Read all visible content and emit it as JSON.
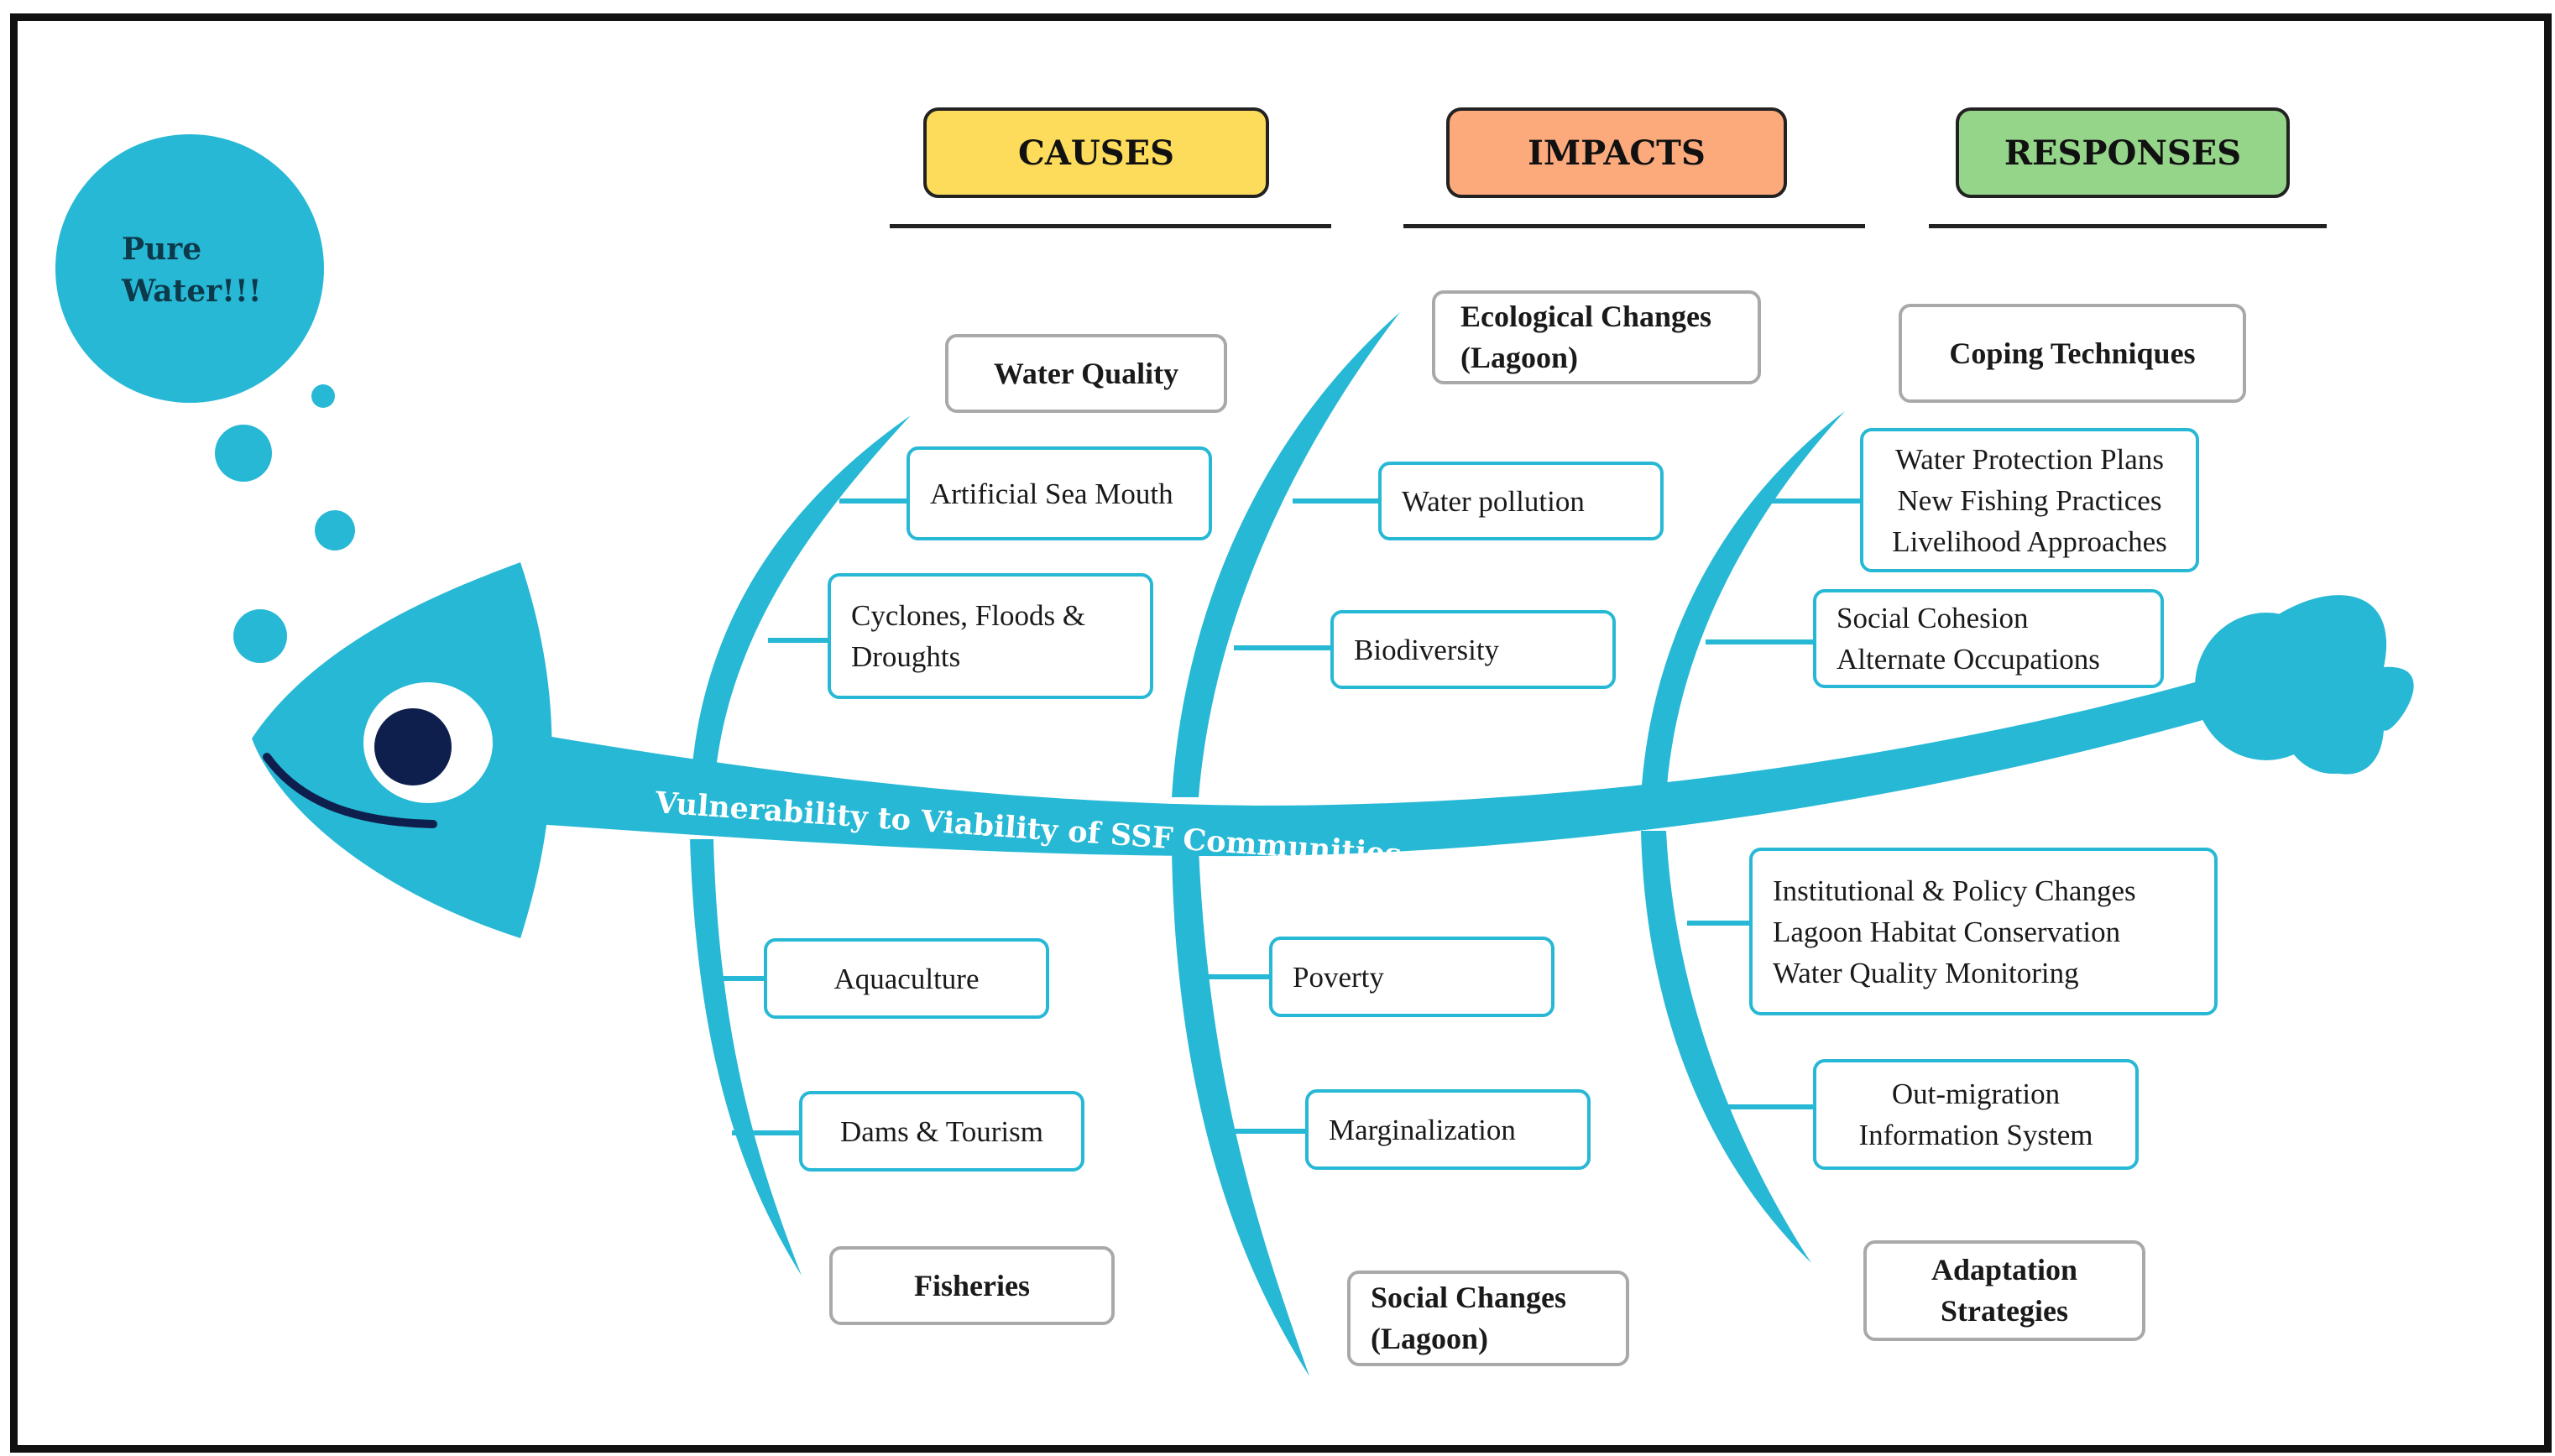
{
  "headers": {
    "causes": {
      "label": "CAUSES",
      "color": "#fcdc5a"
    },
    "impacts": {
      "label": "IMPACTS",
      "color": "#fcaa7c"
    },
    "responses": {
      "label": "RESPONSES",
      "color": "#95d58a"
    }
  },
  "bubble": {
    "line1": "Pure",
    "line2": "Water!!!"
  },
  "spine": {
    "label": "Vulnerability to Viability of SSF Communities"
  },
  "colors": {
    "fish": "#27b8d5",
    "eye": "#0f1f4d",
    "outline": "#111111"
  },
  "causes": {
    "top_category": "Water Quality",
    "items_top": [
      "Artificial Sea Mouth",
      "Cyclones, Floods &",
      "Droughts"
    ],
    "items_bottom": [
      "Aquaculture",
      "Dams & Tourism"
    ],
    "bottom_category": "Fisheries"
  },
  "impacts": {
    "top_category": [
      "Ecological Changes",
      "(Lagoon)"
    ],
    "items_top": [
      "Water pollution",
      "Biodiversity"
    ],
    "items_bottom": [
      "Poverty",
      "Marginalization"
    ],
    "bottom_category": [
      "Social Changes",
      "(Lagoon)"
    ]
  },
  "responses": {
    "top_category": "Coping Techniques",
    "box1": [
      "Water Protection Plans",
      "New Fishing Practices",
      "Livelihood Approaches"
    ],
    "box2": [
      "Social Cohesion",
      "Alternate Occupations"
    ],
    "box3": [
      "Institutional & Policy Changes",
      "Lagoon Habitat Conservation",
      "Water Quality Monitoring"
    ],
    "box4": [
      "Out-migration",
      "Information System"
    ],
    "bottom_category": [
      "Adaptation",
      "Strategies"
    ]
  }
}
